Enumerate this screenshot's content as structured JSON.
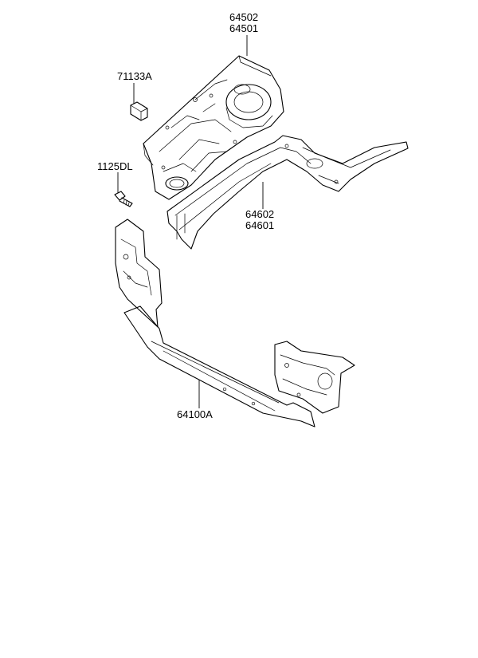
{
  "parts": {
    "upper_apron": {
      "numbers": [
        "64502",
        "64501"
      ]
    },
    "clip": {
      "number": "71133A"
    },
    "bolt": {
      "number": "1125DL"
    },
    "side_member": {
      "numbers": [
        "64602",
        "64601"
      ]
    },
    "radiator_support": {
      "number": "64100A"
    }
  }
}
